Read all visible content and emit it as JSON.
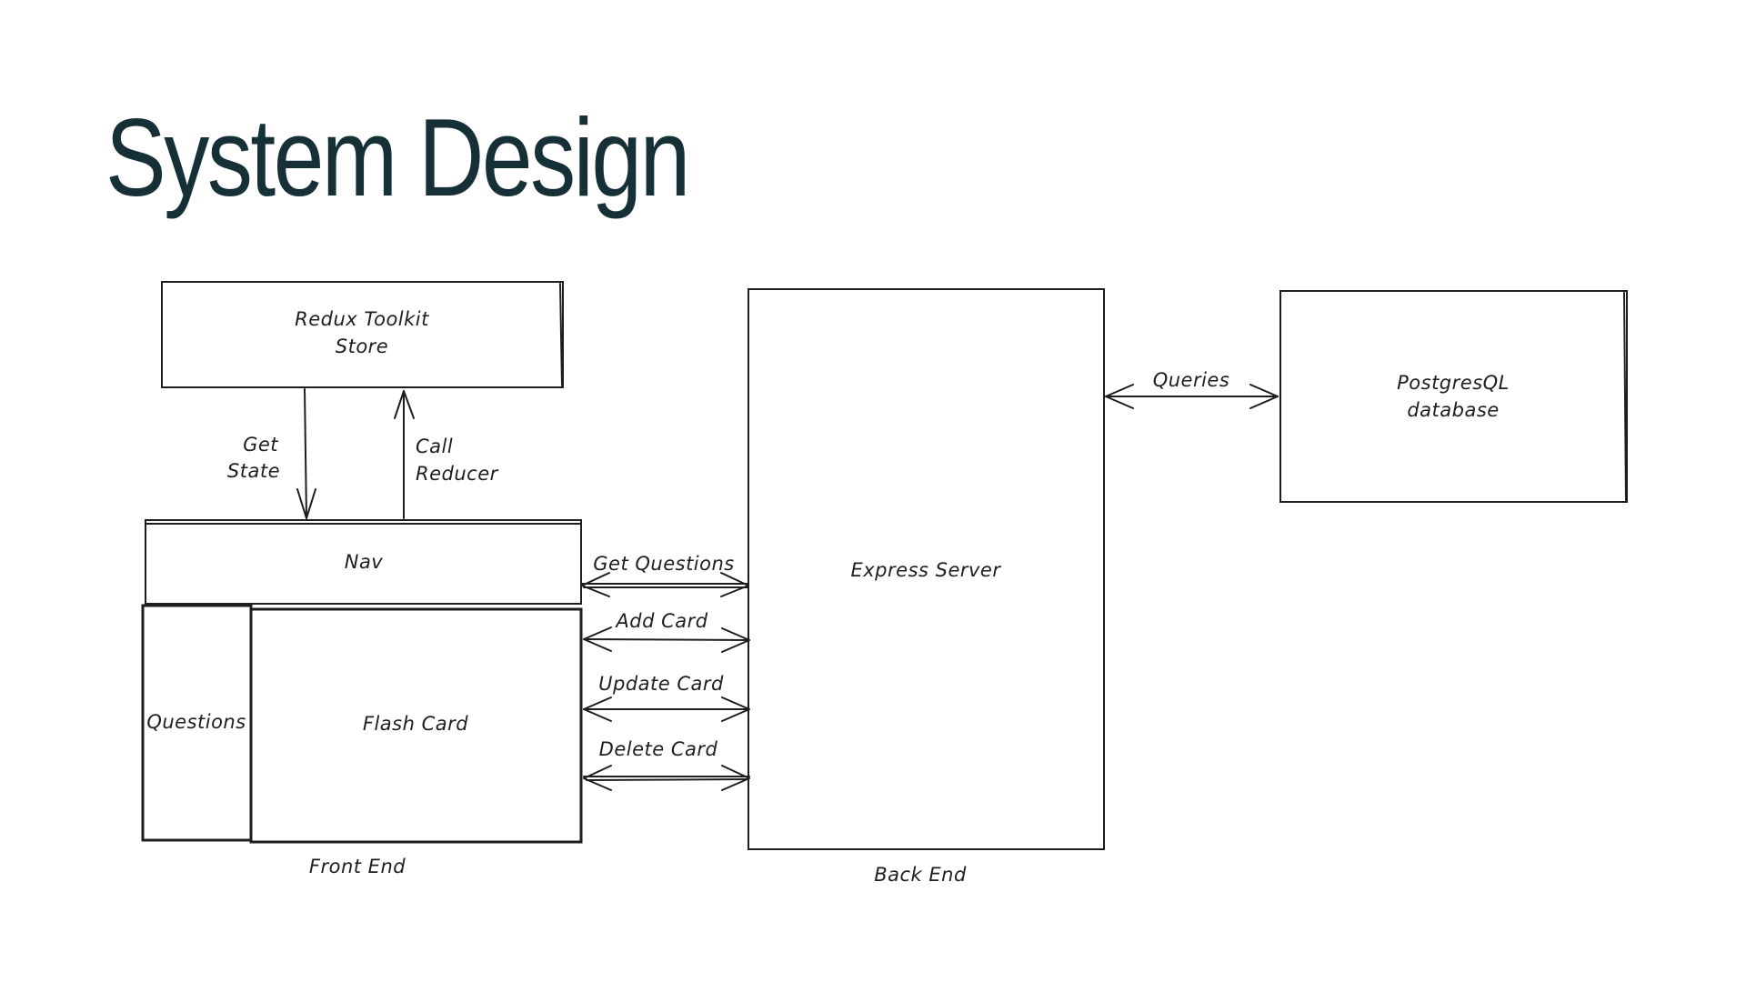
{
  "title": "System Design",
  "colors": {
    "title": "#163038",
    "stroke": "#1e1e1e",
    "background": "#ffffff"
  },
  "nodes": {
    "redux_store": {
      "line1": "Redux Toolkit",
      "line2": "Store"
    },
    "nav": {
      "label": "Nav"
    },
    "questions": {
      "label": "Questions"
    },
    "flash_card": {
      "label": "Flash Card"
    },
    "express_server": {
      "label": "Express Server"
    },
    "postgres": {
      "line1": "PostgresQL",
      "line2": "database"
    }
  },
  "edges": {
    "get_state": {
      "line1": "Get",
      "line2": "State"
    },
    "call_reducer": {
      "line1": "Call",
      "line2": "Reducer"
    },
    "get_questions": {
      "label": "Get Questions"
    },
    "add_card": {
      "label": "Add Card"
    },
    "update_card": {
      "label": "Update Card"
    },
    "delete_card": {
      "label": "Delete Card"
    },
    "queries": {
      "label": "Queries"
    }
  },
  "groups": {
    "front_end": "Front End",
    "back_end": "Back End"
  }
}
